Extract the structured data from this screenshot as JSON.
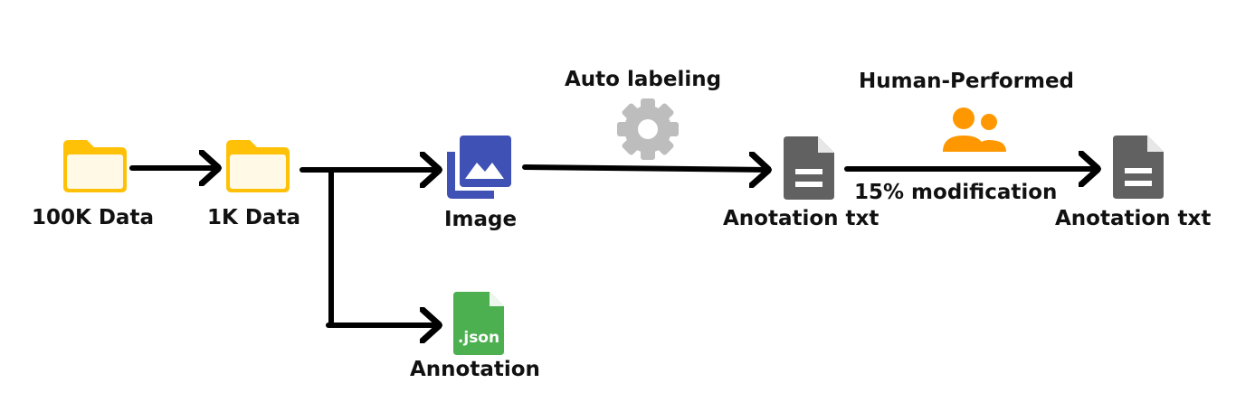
{
  "nodes": {
    "source": {
      "label": "100K Data",
      "icon": "folder-icon",
      "color": "#FFC107"
    },
    "subset": {
      "label": "1K Data",
      "icon": "folder-icon",
      "color": "#FFC107"
    },
    "image": {
      "label": "Image",
      "icon": "image-gallery-icon",
      "color": "#3F51B5"
    },
    "annotation": {
      "label": "Annotation",
      "icon": "json-file-icon",
      "icon_text": ".json",
      "color": "#4CAF50"
    },
    "auto_txt": {
      "label": "Anotation txt",
      "icon": "document-icon",
      "color": "#616161"
    },
    "final_txt": {
      "label": "Anotation txt",
      "icon": "document-icon",
      "color": "#616161"
    }
  },
  "steps": {
    "auto": {
      "label": "Auto labeling",
      "icon": "gear-icon",
      "color": "#BDBDBD"
    },
    "human": {
      "label": "Human-Performed",
      "icon": "people-icon",
      "color": "#FF9800"
    },
    "modification": {
      "label": "15% modification"
    }
  },
  "arrow_color": "#000000"
}
